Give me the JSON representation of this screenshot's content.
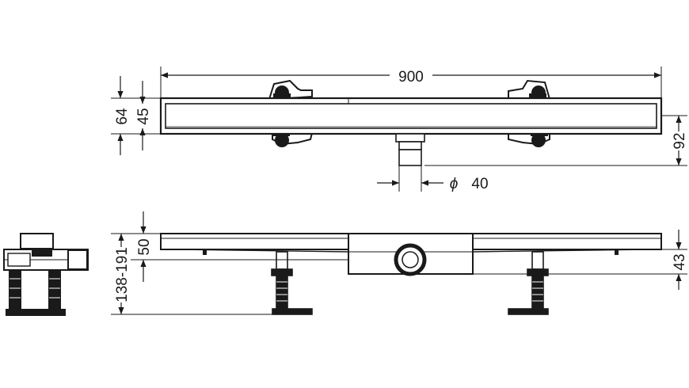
{
  "drawing": {
    "dimensions": {
      "overall_length": "900",
      "height_top": "64",
      "channel_height": "45",
      "offset_right": "92",
      "outlet_diameter_symbol": "ϕ",
      "outlet_diameter": "40",
      "body_height": "50",
      "height_range": "138-191",
      "outlet_height": "43"
    }
  }
}
